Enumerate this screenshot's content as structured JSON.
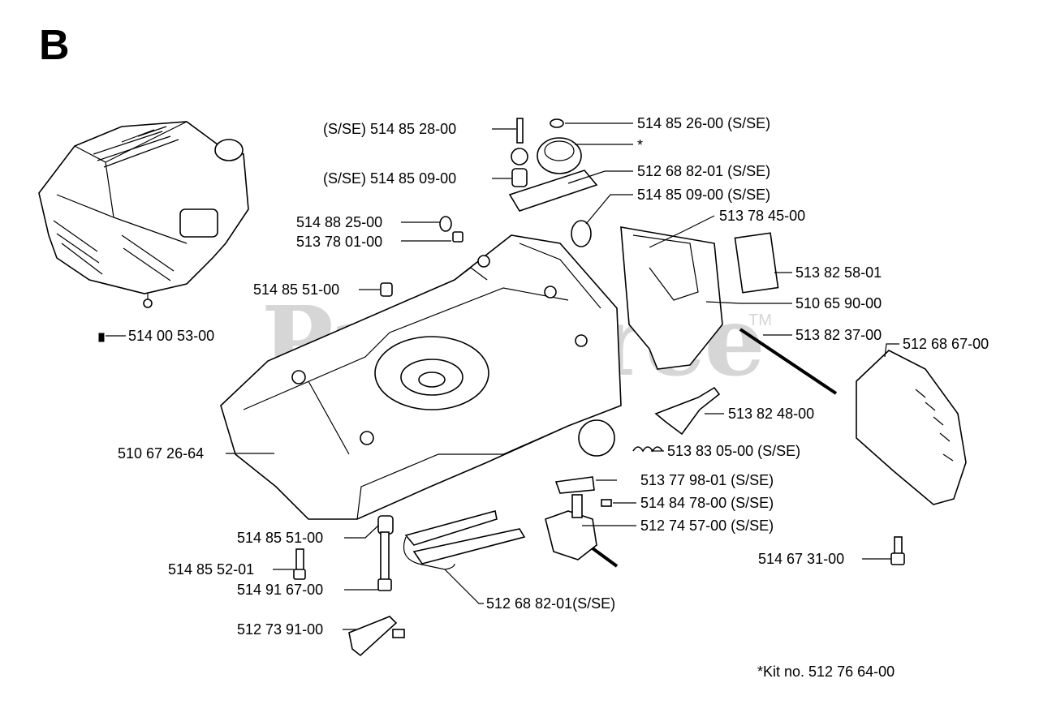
{
  "section_letter": "B",
  "watermark": "PartsTree",
  "watermark_tm": "TM",
  "kit_note": "*Kit no. 512 76 64-00",
  "callouts": {
    "c01": "(S/SE) 514 85 28-00",
    "c02": "514 85 26-00 (S/SE)",
    "c03": "*",
    "c04": "(S/SE) 514 85 09-00",
    "c05": "512 68 82-01 (S/SE)",
    "c06": "514 85 09-00 (S/SE)",
    "c07": "514 88 25-00",
    "c08": "513 78 01-00",
    "c09": "513 78 45-00",
    "c10": "513 82 58-01",
    "c11": "514 85 51-00",
    "c12": "510 65 90-00",
    "c13": "514 00 53-00",
    "c14": "513 82 37-00",
    "c15": "512 68 67-00",
    "c16": "513 82 48-00",
    "c17": "510 67 26-64",
    "c18": "513 83 05-00 (S/SE)",
    "c19": "513 77 98-01 (S/SE)",
    "c20": "514 84 78-00 (S/SE)",
    "c21": "512 74 57-00 (S/SE)",
    "c22": "514 85 51-00",
    "c23": "514 85 52-01",
    "c24": "514 91 67-00",
    "c25": "512 68 82-01(S/SE)",
    "c26": "514 67 31-00",
    "c27": "512 73 91-00"
  }
}
